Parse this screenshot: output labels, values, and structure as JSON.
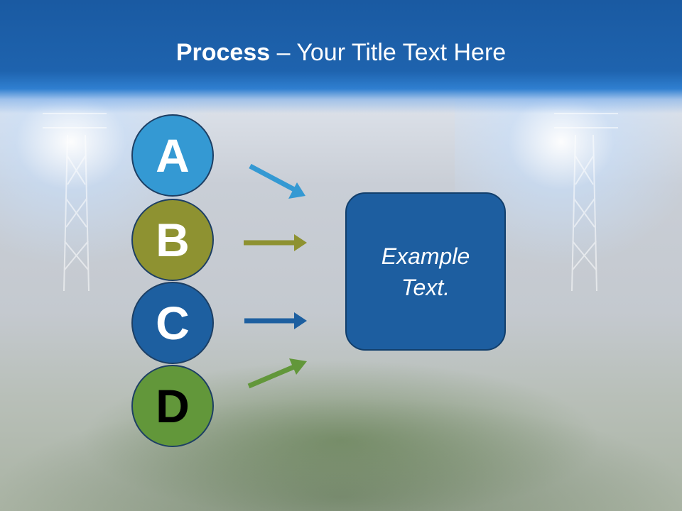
{
  "title": {
    "bold_part": "Process",
    "rest_part": " – Your Title Text Here"
  },
  "circles": [
    {
      "label": "A",
      "color": "#3499d3"
    },
    {
      "label": "B",
      "color": "#8e9231"
    },
    {
      "label": "C",
      "color": "#1d5fa0"
    },
    {
      "label": "D",
      "color": "#62973a"
    }
  ],
  "arrows": [
    {
      "color": "#3499d3"
    },
    {
      "color": "#8e9231"
    },
    {
      "color": "#1d5fa0"
    },
    {
      "color": "#62973a"
    }
  ],
  "box": {
    "text": "Example Text.",
    "color": "#1d5ea0"
  },
  "colors": {
    "header": "#1e63ae"
  }
}
